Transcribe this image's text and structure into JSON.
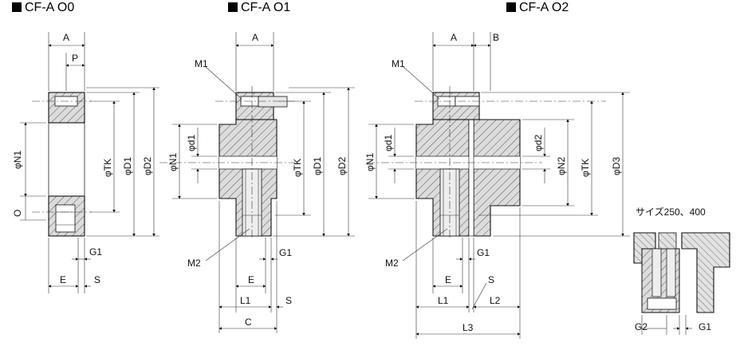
{
  "titles": {
    "o0": "CF-A O0",
    "o1": "CF-A O1",
    "o2": "CF-A O2"
  },
  "detail": {
    "caption": "サイズ250、400"
  },
  "labels": {
    "A": "A",
    "B": "B",
    "P": "P",
    "O": "O",
    "M1": "M1",
    "M2": "M2",
    "N1": "φN1",
    "N2": "φN2",
    "TK": "φTK",
    "D1": "φD1",
    "D2": "φD2",
    "D3": "φD3",
    "d1": "φd1",
    "d2": "φd2",
    "G1": "G1",
    "G2": "G2",
    "E": "E",
    "S": "S",
    "L1": "L1",
    "L2": "L2",
    "L3": "L3",
    "C": "C"
  },
  "colors": {
    "hatch": "#555555",
    "body": "#d9d9d9",
    "bore": "#ffffff"
  }
}
